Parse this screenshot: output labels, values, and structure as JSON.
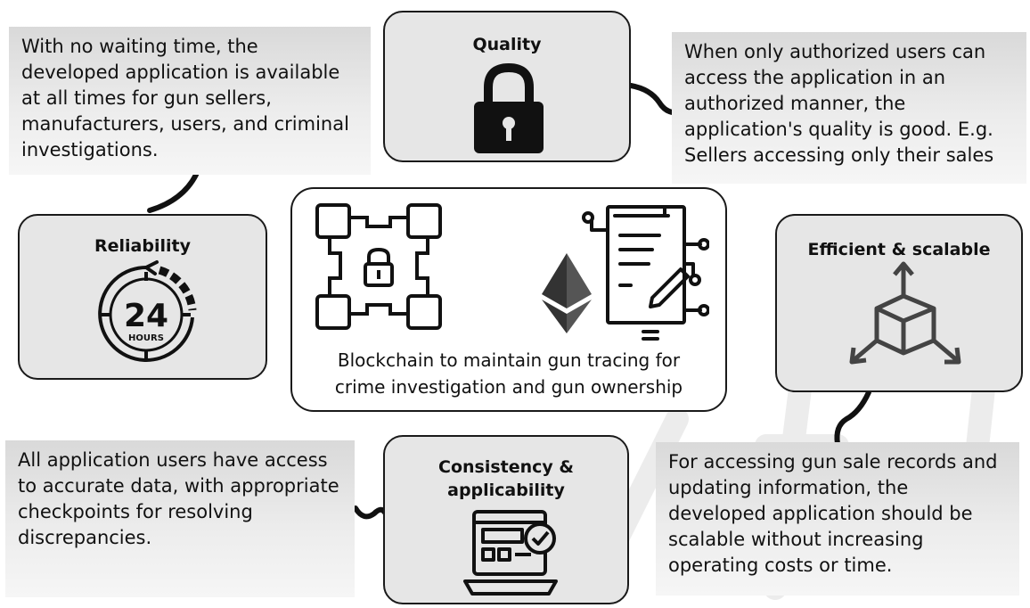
{
  "notes": {
    "reliability_note": "With no waiting time, the developed application is available at all times for gun sellers, manufacturers, users, and criminal investigations.",
    "quality_note": "When only authorized users can access the application in an authorized manner, the application's quality is good. E.g. Sellers accessing only their sales",
    "consistency_note": "All application users have access to accurate data, with appropriate checkpoints for resolving discrepancies.",
    "scalability_note": "For accessing gun sale records and updating information, the developed application should be scalable without increasing operating costs or time."
  },
  "cards": {
    "quality": "Quality",
    "reliability": "Reliability",
    "efficient": "Efficient & scalable",
    "consistency_line1": "Consistency &",
    "consistency_line2": "applicability"
  },
  "clock": {
    "number": "24",
    "unit": "HOURS"
  },
  "center": {
    "caption_line1": "Blockchain to maintain gun tracing for",
    "caption_line2": "crime investigation and gun ownership"
  },
  "icons": {
    "quality": "padlock-icon",
    "reliability": "clock-24-hours-icon",
    "efficient": "cube-arrows-icon",
    "consistency": "laptop-checkmark-icon",
    "blockchain": "blockchain-lock-icon",
    "ethereum": "ethereum-icon",
    "contract": "smart-contract-document-icon"
  },
  "colors": {
    "card_fill": "#e6e6e6",
    "note_fill": "#d9d9d9",
    "outline": "#1a1a1a",
    "watermark": "#ebebeb"
  }
}
